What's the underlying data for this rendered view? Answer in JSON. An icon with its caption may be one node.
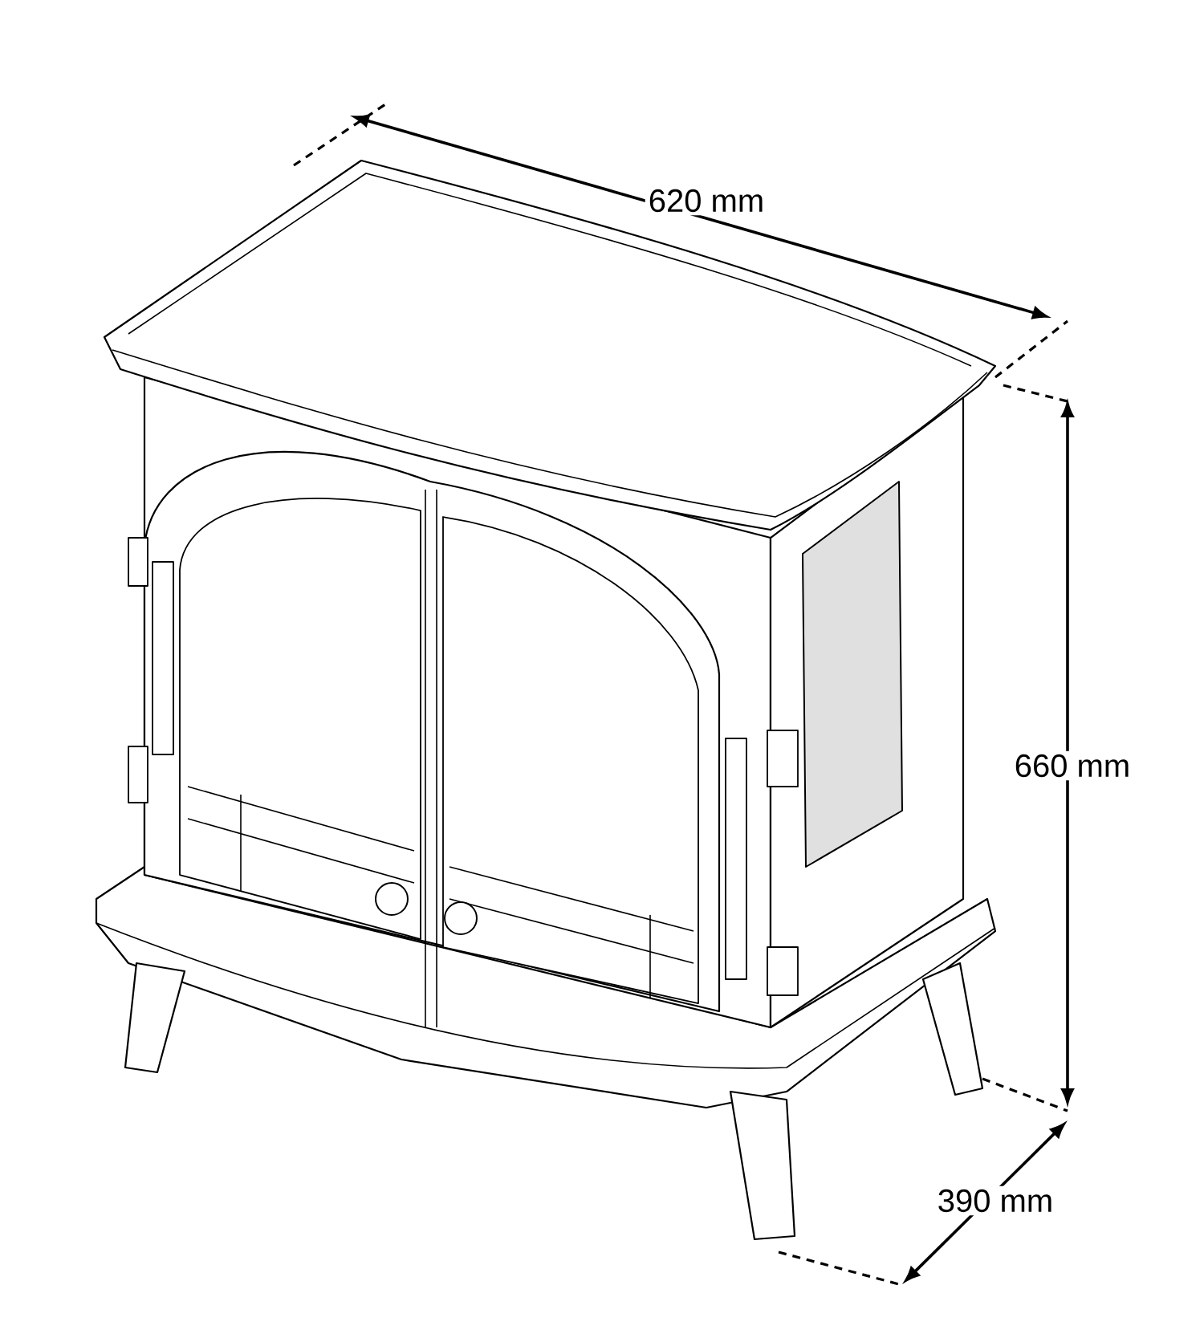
{
  "diagram": {
    "labels": [
      "620 mm",
      "660 mm",
      "390 mm"
    ]
  }
}
